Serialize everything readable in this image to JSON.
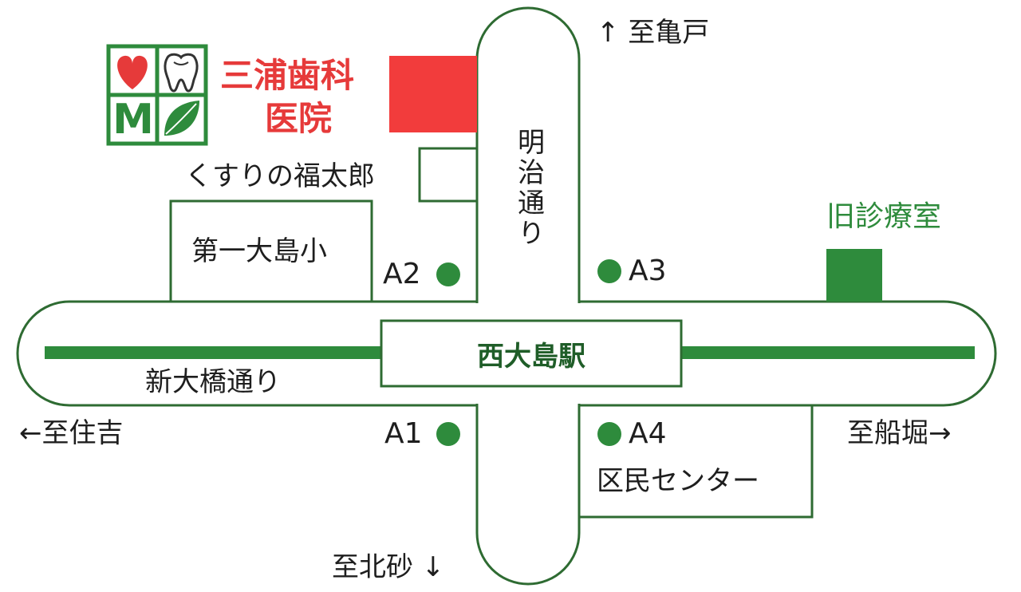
{
  "clinic": {
    "name_line1": "三浦歯科",
    "name_line2": "医院",
    "logo_letter": "M",
    "color": "#e63a3a"
  },
  "colors": {
    "road": "#2e6b32",
    "rail": "#2e8b3c",
    "clinic": "#e63a3a",
    "old_clinic": "#2e8b3c"
  },
  "roads": {
    "north_south": "明治通り",
    "east_west": "新大橋通り"
  },
  "station": {
    "name": "西大島駅"
  },
  "exits": [
    "A1",
    "A2",
    "A3",
    "A4"
  ],
  "landmarks": {
    "pharmacy": "くすりの福太郎",
    "school": "第一大島小",
    "community_center": "区民センター",
    "old_clinic": "旧診療室"
  },
  "directions": {
    "north": "↑ 至亀戸",
    "south": "至北砂 ↓",
    "west": "←至住吉",
    "east": "至船堀→"
  }
}
